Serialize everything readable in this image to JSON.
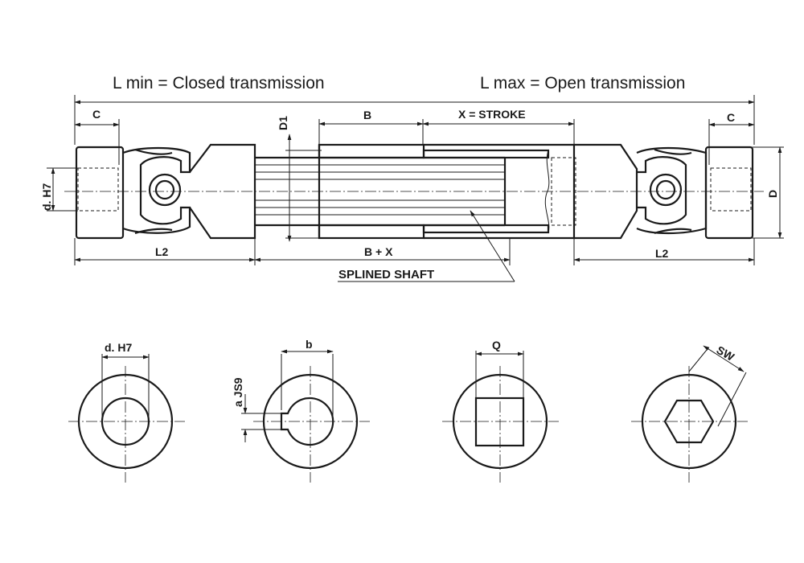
{
  "titles": {
    "closed": "L min = Closed transmission",
    "open": "L max = Open transmission"
  },
  "dimensions": {
    "c_left": "C",
    "c_right": "C",
    "b": "B",
    "stroke": "X = STROKE",
    "d1": "D1",
    "dh7_side": "d. H7",
    "d": "D",
    "l2_left": "L2",
    "l2_right": "L2",
    "b_plus_x": "B + X",
    "splined_shaft": "SPLINED SHAFT"
  },
  "sections": {
    "round_bore": "d. H7",
    "keyway_width": "b",
    "keyway_depth": "a JS9",
    "square": "Q",
    "hexagon": "SW"
  },
  "colors": {
    "line": "#1a1a1a",
    "background": "#ffffff"
  }
}
